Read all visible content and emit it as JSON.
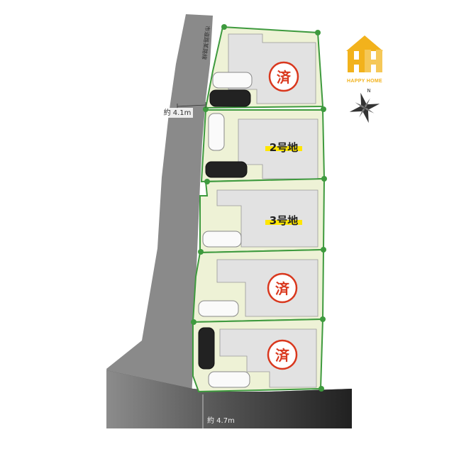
{
  "brand": {
    "name": "HAPPY HOME",
    "color": "#f2b21c"
  },
  "road": {
    "name_vertical": "市道路某路線",
    "west_width": "約 4.1m",
    "south_width": "約 4.7m",
    "west_color": "#8a8a8a",
    "south_color": "#3a3a3a"
  },
  "compass": {
    "north": "N",
    "icon": "compass-rose-icon"
  },
  "lots": [
    {
      "id": "lot-1",
      "label": "",
      "status": "sold",
      "stamp": "済"
    },
    {
      "id": "lot-2",
      "label": "2号地",
      "status": "available",
      "stamp": ""
    },
    {
      "id": "lot-3",
      "label": "3号地",
      "status": "available",
      "stamp": ""
    },
    {
      "id": "lot-4",
      "label": "",
      "status": "sold",
      "stamp": "済"
    },
    {
      "id": "lot-5",
      "label": "",
      "status": "sold",
      "stamp": "済"
    }
  ],
  "colors": {
    "lot_fill": "#eef2d6",
    "lot_border": "#3e9a3e",
    "building": "#e2e2e2",
    "sold_stamp": "#d9381e",
    "label_highlight": "#ffe600"
  }
}
